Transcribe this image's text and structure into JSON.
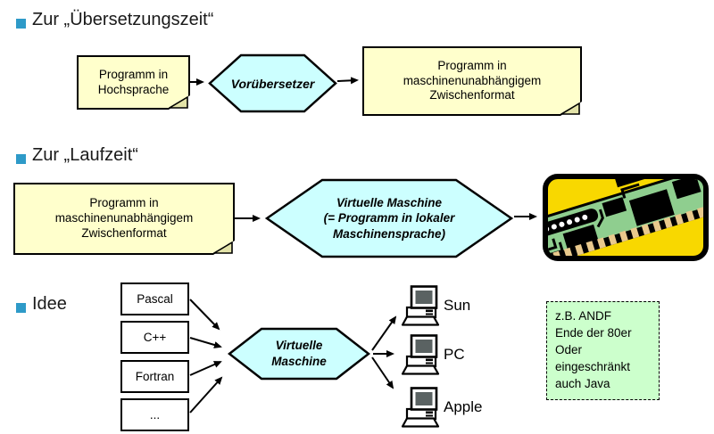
{
  "colors": {
    "bullet": "#2E9AC8",
    "note_fill": "#FFFFCC",
    "hexagon_fill": "#CCFFFF",
    "green_note_fill": "#CCFFCC",
    "chip_yellow": "#F8D800",
    "chip_board_green": "#8FCE8F"
  },
  "headings": {
    "translation_time": "Zur „Übersetzungszeit“",
    "run_time": "Zur „Laufzeit“",
    "idea": "Idee"
  },
  "translation_flow": {
    "source": "Programm in\nHochsprache",
    "processor": "Vorübersetzer",
    "result": "Programm in\nmaschinenunabhängigem\nZwischenformat"
  },
  "runtime_flow": {
    "source": "Programm in\nmaschinenunabhängigem\nZwischenformat",
    "processor": "Virtuelle Maschine\n(= Programm in lokaler\nMaschinensprache)"
  },
  "idea_flow": {
    "languages": [
      "Pascal",
      "C++",
      "Fortran",
      "..."
    ],
    "processor": "Virtuelle\nMaschine",
    "platforms": [
      "Sun",
      "PC",
      "Apple"
    ],
    "note": "z.B. ANDF\nEnde der 80er\nOder\neingeschränkt\nauch Java"
  }
}
